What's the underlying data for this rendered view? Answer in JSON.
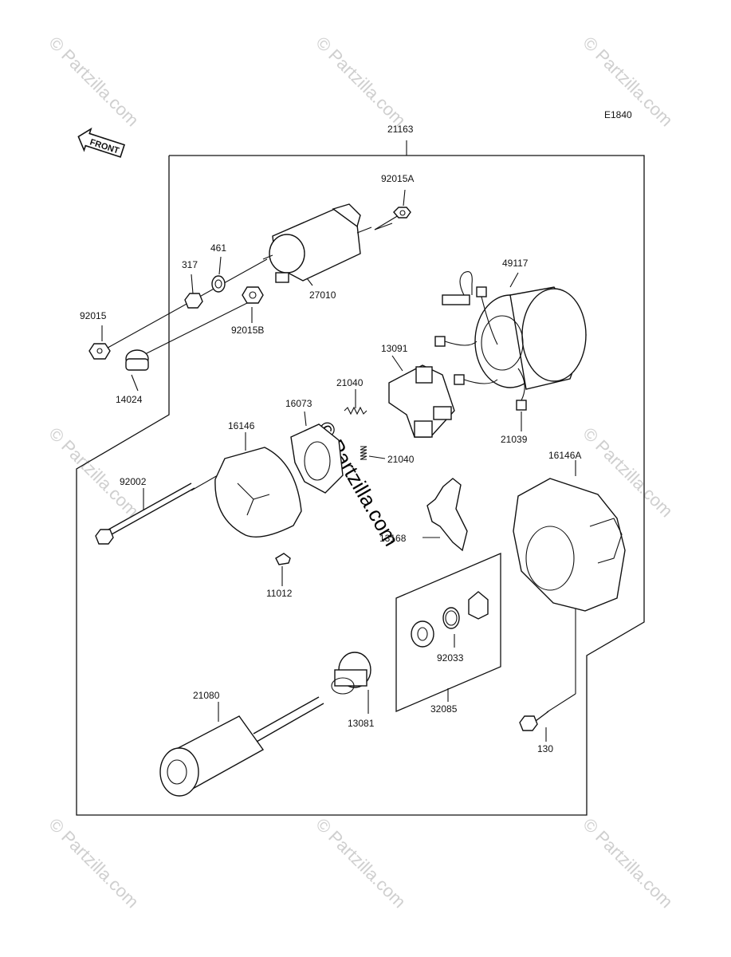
{
  "diagram_code": "E1840",
  "front_label": "FRONT",
  "watermark": {
    "site": "© Partzilla.com"
  },
  "parts": [
    {
      "id": "21163"
    },
    {
      "id": "92015A"
    },
    {
      "id": "461"
    },
    {
      "id": "317"
    },
    {
      "id": "27010"
    },
    {
      "id": "49117"
    },
    {
      "id": "92015"
    },
    {
      "id": "92015B"
    },
    {
      "id": "14024"
    },
    {
      "id": "13091"
    },
    {
      "id": "21040"
    },
    {
      "id": "16073"
    },
    {
      "id": "16146"
    },
    {
      "id": "21040b",
      "label": "21040"
    },
    {
      "id": "21039"
    },
    {
      "id": "92002"
    },
    {
      "id": "16146A"
    },
    {
      "id": "13168"
    },
    {
      "id": "11012"
    },
    {
      "id": "92033"
    },
    {
      "id": "21080"
    },
    {
      "id": "13081"
    },
    {
      "id": "32085"
    },
    {
      "id": "130"
    }
  ]
}
